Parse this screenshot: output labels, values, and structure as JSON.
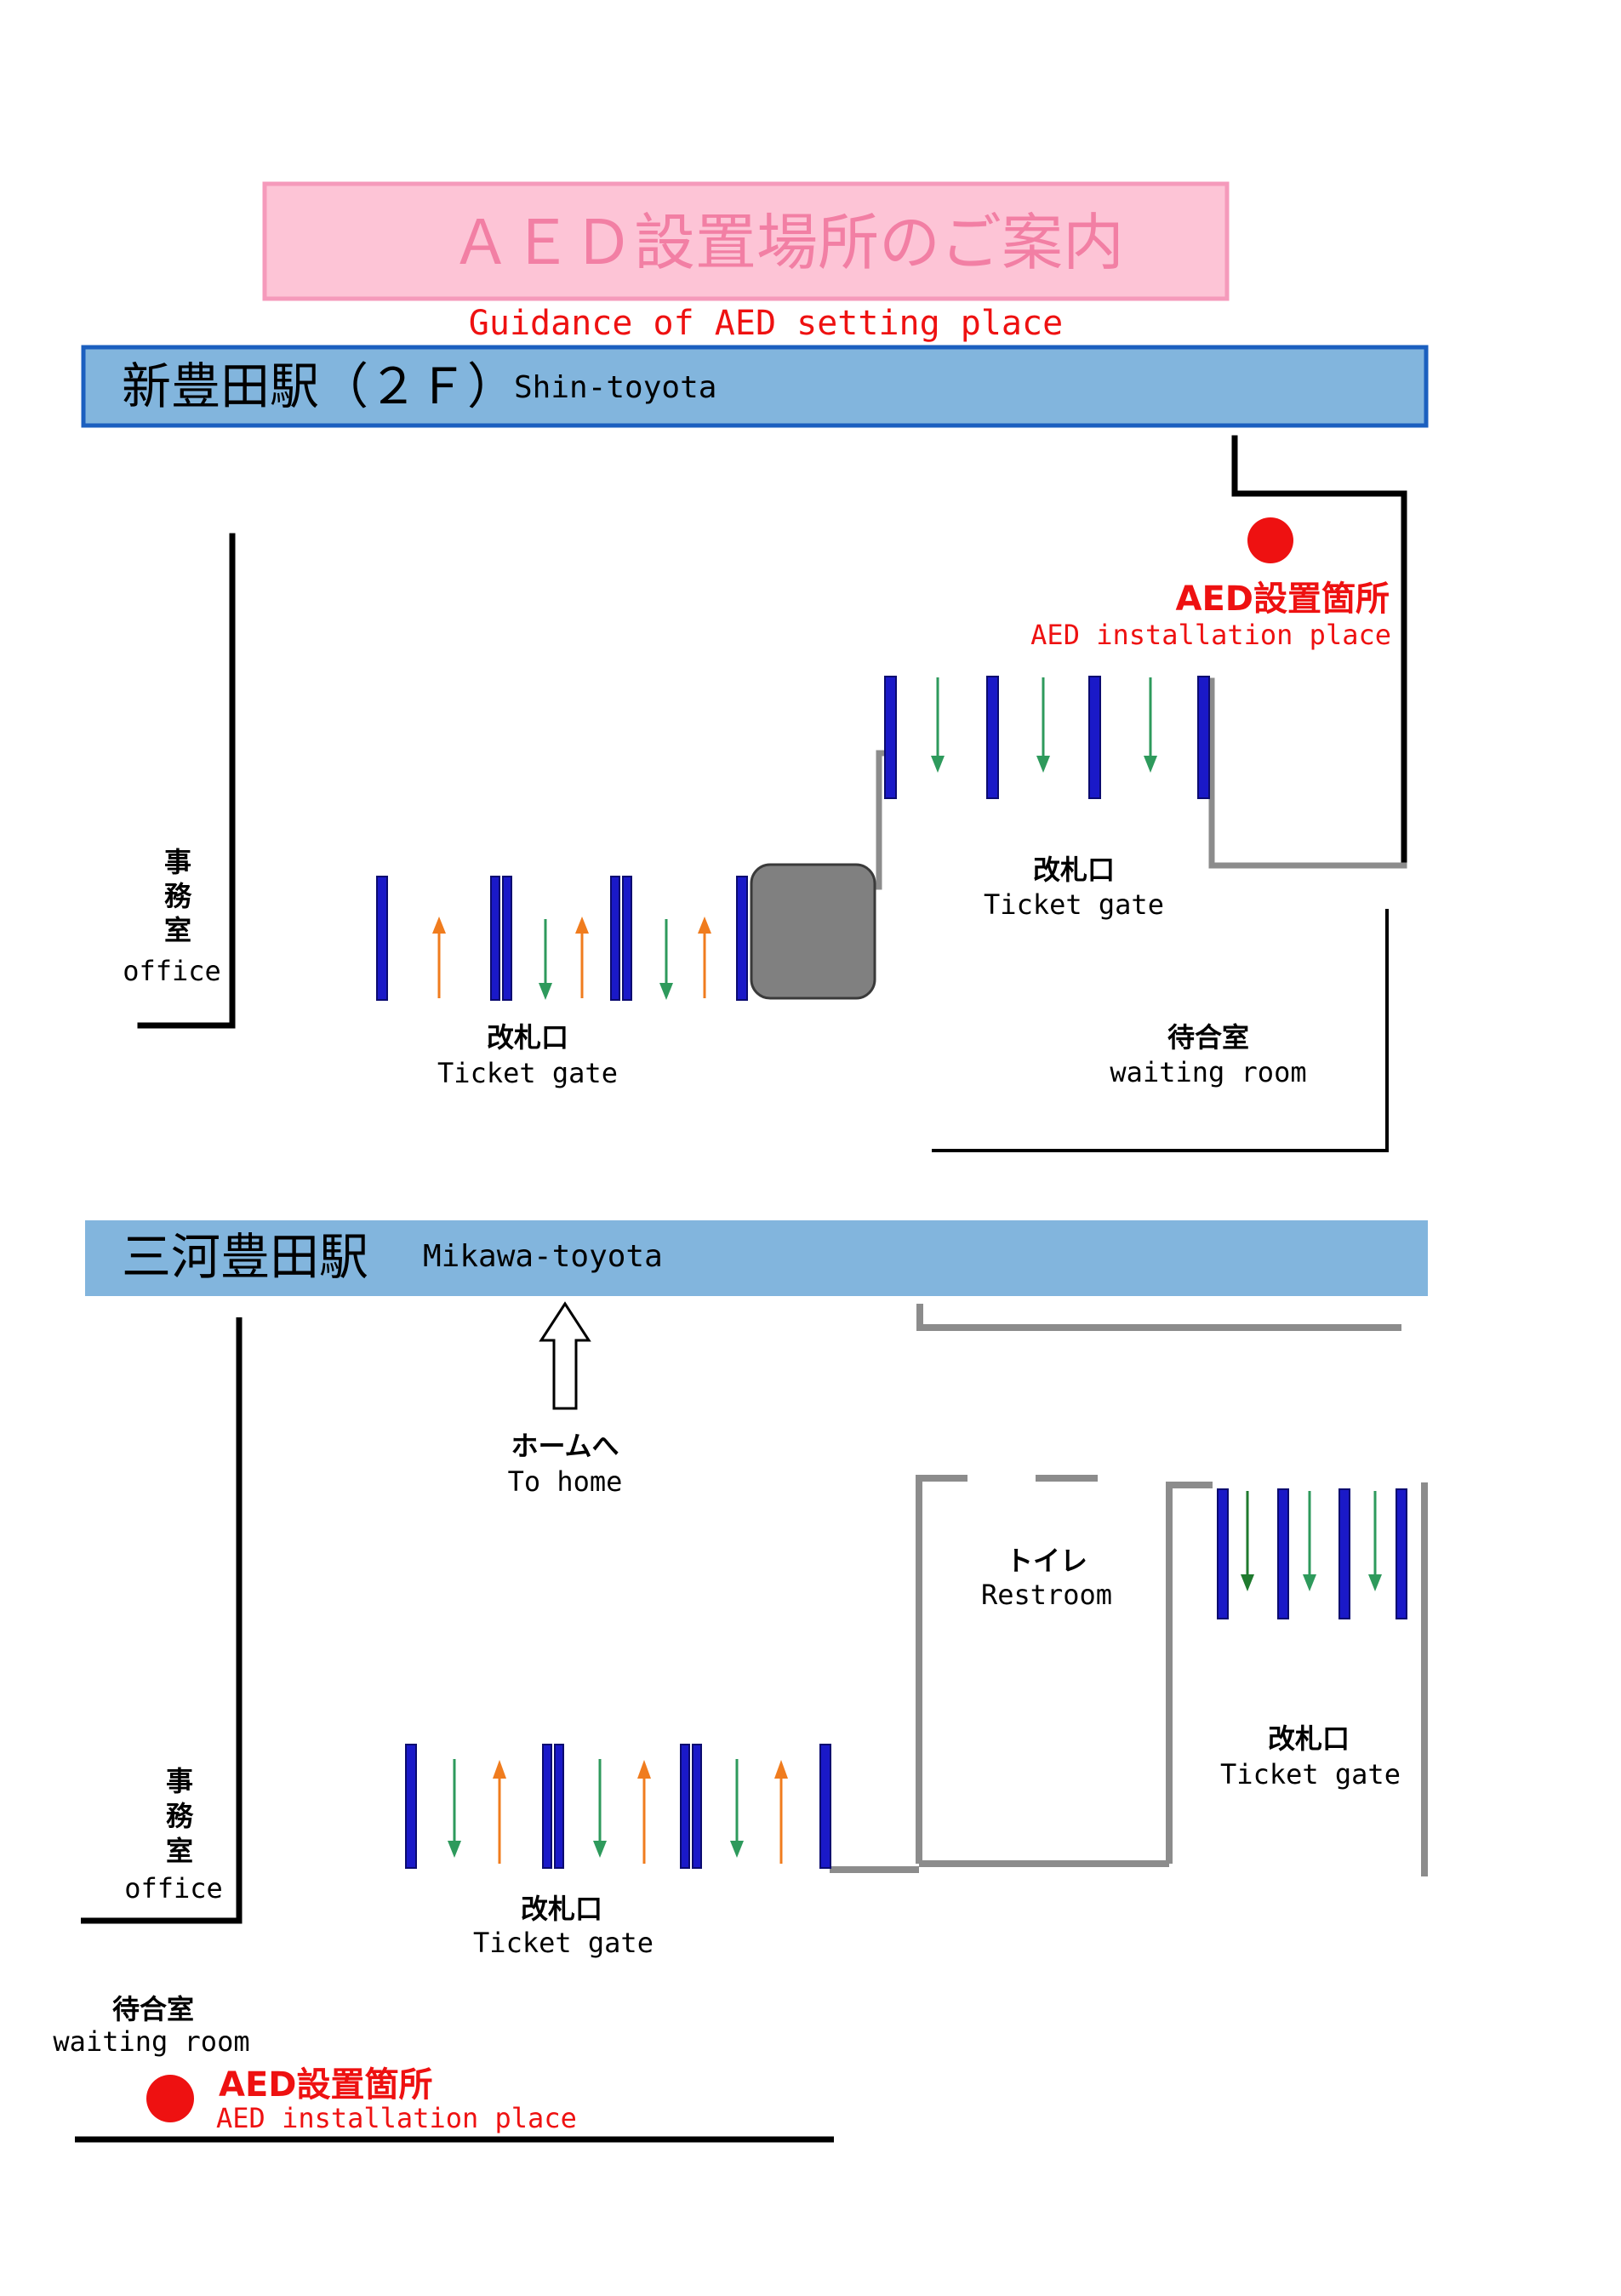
{
  "title": {
    "jp": "ＡＥＤ設置場所のご案内",
    "en": "Guidance of AED setting place"
  },
  "colors": {
    "title_bg": "#fdc4d6",
    "title_border": "#f59abb",
    "title_text": "#f27fa4",
    "accent_red": "#ee1111",
    "banner_bg": "#82b5dd",
    "banner_border": "#1b5fbf",
    "gate_blue": "#1a19c8",
    "arrow_green": "#2e9a5c",
    "arrow_orange": "#f07c1e",
    "wall_gray": "#8c8c8c",
    "wall_black": "#000000",
    "machine_gray": "#808080"
  },
  "section1": {
    "station_jp": "新豊田駅（２Ｆ）",
    "station_en": "Shin-toyota",
    "office_chars": [
      "事",
      "務",
      "室"
    ],
    "office_en": "office",
    "gate_left_jp": "改札口",
    "gate_left_en": "Ticket gate",
    "gate_right_jp": "改札口",
    "gate_right_en": "Ticket gate",
    "waiting_jp": "待合室",
    "waiting_en": "waiting room",
    "aed_jp": "AED設置箇所",
    "aed_en": "AED installation place"
  },
  "section2": {
    "station_jp": "三河豊田駅",
    "station_en": "Mikawa-toyota",
    "home_jp": "ホームへ",
    "home_en": "To home",
    "restroom_jp": "トイレ",
    "restroom_en": "Restroom",
    "office_chars": [
      "事",
      "務",
      "室"
    ],
    "office_en": "office",
    "gate_left_jp": "改札口",
    "gate_left_en": "Ticket gate",
    "gate_right_jp": "改札口",
    "gate_right_en": "Ticket gate",
    "waiting_jp": "待合室",
    "waiting_en": "waiting room",
    "aed_jp": "AED設置箇所",
    "aed_en": "AED installation place"
  }
}
